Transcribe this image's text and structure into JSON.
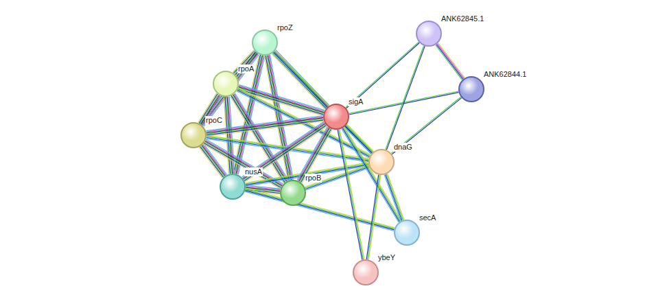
{
  "diagram": {
    "nodes": [
      {
        "text": [
          "ANK62845.1"
        ]
      },
      {
        "text": [
          "rpoZ"
        ]
      },
      {
        "text": [
          "rpoA"
        ]
      },
      {
        "text": [
          "ANK62844.1"
        ]
      },
      {
        "text": [
          "sigA"
        ]
      },
      {
        "text": [
          "rpoC"
        ]
      },
      {
        "text": [
          "dnaG"
        ]
      },
      {
        "text": [
          "nusA"
        ]
      },
      {
        "text": [
          "rpoB"
        ]
      },
      {
        "text": [
          "secA"
        ]
      },
      {
        "text": [
          "ybeY"
        ]
      }
    ],
    "edges": [
      {
        "from": 1,
        "to": 2,
        "arrow": "none"
      },
      {
        "from": 1,
        "to": 5,
        "arrow": "none"
      },
      {
        "from": 1,
        "to": 7,
        "arrow": "none"
      },
      {
        "from": 1,
        "to": 8,
        "arrow": "none"
      },
      {
        "from": 1,
        "to": 4,
        "arrow": "none"
      },
      {
        "from": 1,
        "to": 6,
        "arrow": "none"
      },
      {
        "from": 2,
        "to": 5,
        "arrow": "none"
      },
      {
        "from": 2,
        "to": 7,
        "arrow": "none"
      },
      {
        "from": 2,
        "to": 8,
        "arrow": "none"
      },
      {
        "from": 2,
        "to": 4,
        "arrow": "none"
      },
      {
        "from": 2,
        "to": 6,
        "arrow": "none"
      },
      {
        "from": 5,
        "to": 7,
        "arrow": "none"
      },
      {
        "from": 5,
        "to": 8,
        "arrow": "none"
      },
      {
        "from": 5,
        "to": 4,
        "arrow": "none"
      },
      {
        "from": 5,
        "to": 6,
        "arrow": "none"
      },
      {
        "from": 7,
        "to": 8,
        "arrow": "none"
      },
      {
        "from": 7,
        "to": 4,
        "arrow": "none"
      },
      {
        "from": 7,
        "to": 6,
        "arrow": "none"
      },
      {
        "from": 7,
        "to": 9,
        "arrow": "none"
      },
      {
        "from": 8,
        "to": 4,
        "arrow": "none"
      },
      {
        "from": 8,
        "to": 6,
        "arrow": "none"
      },
      {
        "from": 4,
        "to": 6,
        "arrow": "none"
      },
      {
        "from": 4,
        "to": 9,
        "arrow": "none"
      },
      {
        "from": 4,
        "to": 10,
        "arrow": "none"
      },
      {
        "from": 4,
        "to": 0,
        "arrow": "none"
      },
      {
        "from": 4,
        "to": 3,
        "arrow": "none"
      },
      {
        "from": 6,
        "to": 0,
        "arrow": "none"
      },
      {
        "from": 6,
        "to": 3,
        "arrow": "none"
      },
      {
        "from": 6,
        "to": 9,
        "arrow": "none"
      },
      {
        "from": 6,
        "to": 10,
        "arrow": "none"
      },
      {
        "from": 0,
        "to": 3,
        "arrow": "none"
      }
    ]
  }
}
